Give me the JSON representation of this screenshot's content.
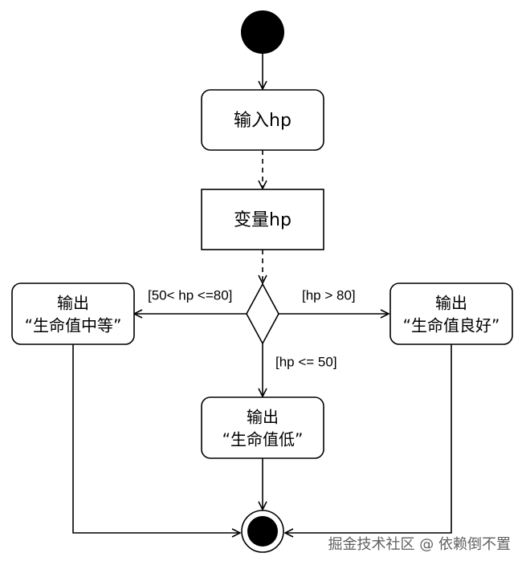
{
  "diagram": {
    "nodes": {
      "input_hp": "输入hp",
      "variable_hp": "变量hp",
      "output_medium": {
        "line1": "输出",
        "line2": "“生命值中等”"
      },
      "output_good": {
        "line1": "输出",
        "line2": "“生命值良好”"
      },
      "output_low": {
        "line1": "输出",
        "line2": "“生命值低”"
      }
    },
    "guards": {
      "left": "[50< hp <=80]",
      "right": "[hp > 80]",
      "down": "[hp <= 50]"
    }
  },
  "watermark": {
    "text": "掘金技术社区 @ 依赖倒不置"
  }
}
